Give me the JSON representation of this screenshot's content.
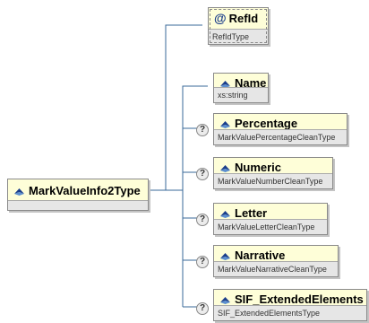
{
  "root": {
    "name": "MarkValueInfo2Type",
    "icon": "complex-type-icon"
  },
  "attributes": [
    {
      "name": "RefId",
      "type": "RefIdType",
      "icon": "attribute-icon",
      "symbol": "@"
    }
  ],
  "elements": [
    {
      "name": "Name",
      "type": "xs:string",
      "optional": false,
      "icon": "element-icon"
    },
    {
      "name": "Percentage",
      "type": "MarkValuePercentageCleanType",
      "optional": true,
      "icon": "element-icon"
    },
    {
      "name": "Numeric",
      "type": "MarkValueNumberCleanType",
      "optional": true,
      "icon": "element-icon"
    },
    {
      "name": "Letter",
      "type": "MarkValueLetterCleanType",
      "optional": true,
      "icon": "element-icon"
    },
    {
      "name": "Narrative",
      "type": "MarkValueNarrativeCleanType",
      "optional": true,
      "icon": "element-icon"
    },
    {
      "name": "SIF_ExtendedElements",
      "type": "SIF_ExtendedElementsType",
      "optional": true,
      "icon": "element-icon"
    }
  ],
  "optional_marker": "?",
  "colors": {
    "node_fill": "#fefed8",
    "line": "#3a6a9a",
    "type_band": "#e6e6e6"
  }
}
